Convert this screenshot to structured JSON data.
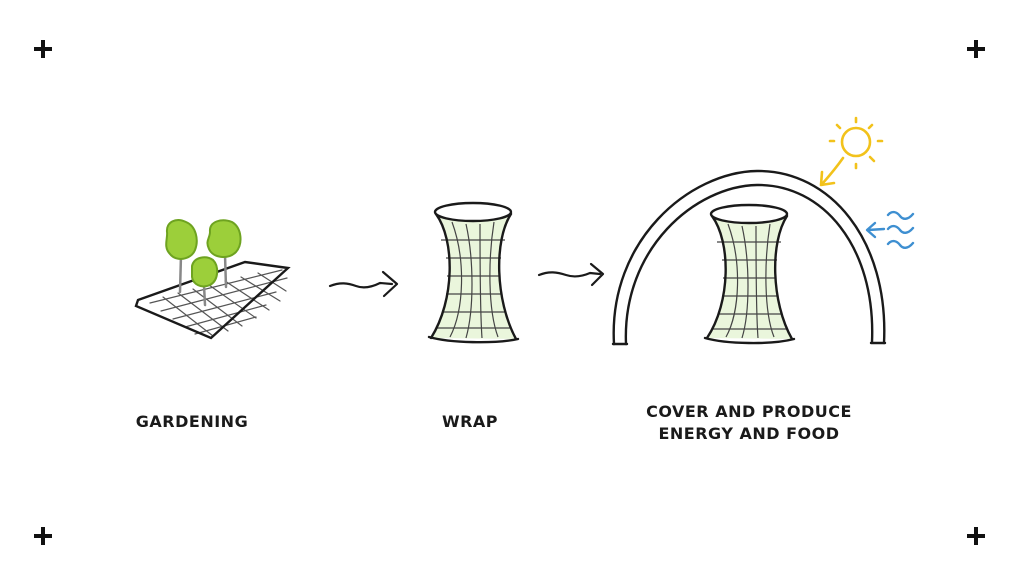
{
  "steps": [
    {
      "label": "GARDENING"
    },
    {
      "label": "WRAP"
    },
    {
      "label_line1": "COVER AND PRODUCE",
      "label_line2": "ENERGY AND FOOD"
    }
  ],
  "icons": {
    "sun": "sun-icon",
    "wind": "wind-icon"
  },
  "colors": {
    "line": "#1a1a1a",
    "tree_fill": "#9ccf3a",
    "tree_stroke": "#6ea320",
    "mesh_tint": "#d8eec0",
    "sun": "#f2c21b",
    "wind": "#3e8fd1"
  }
}
